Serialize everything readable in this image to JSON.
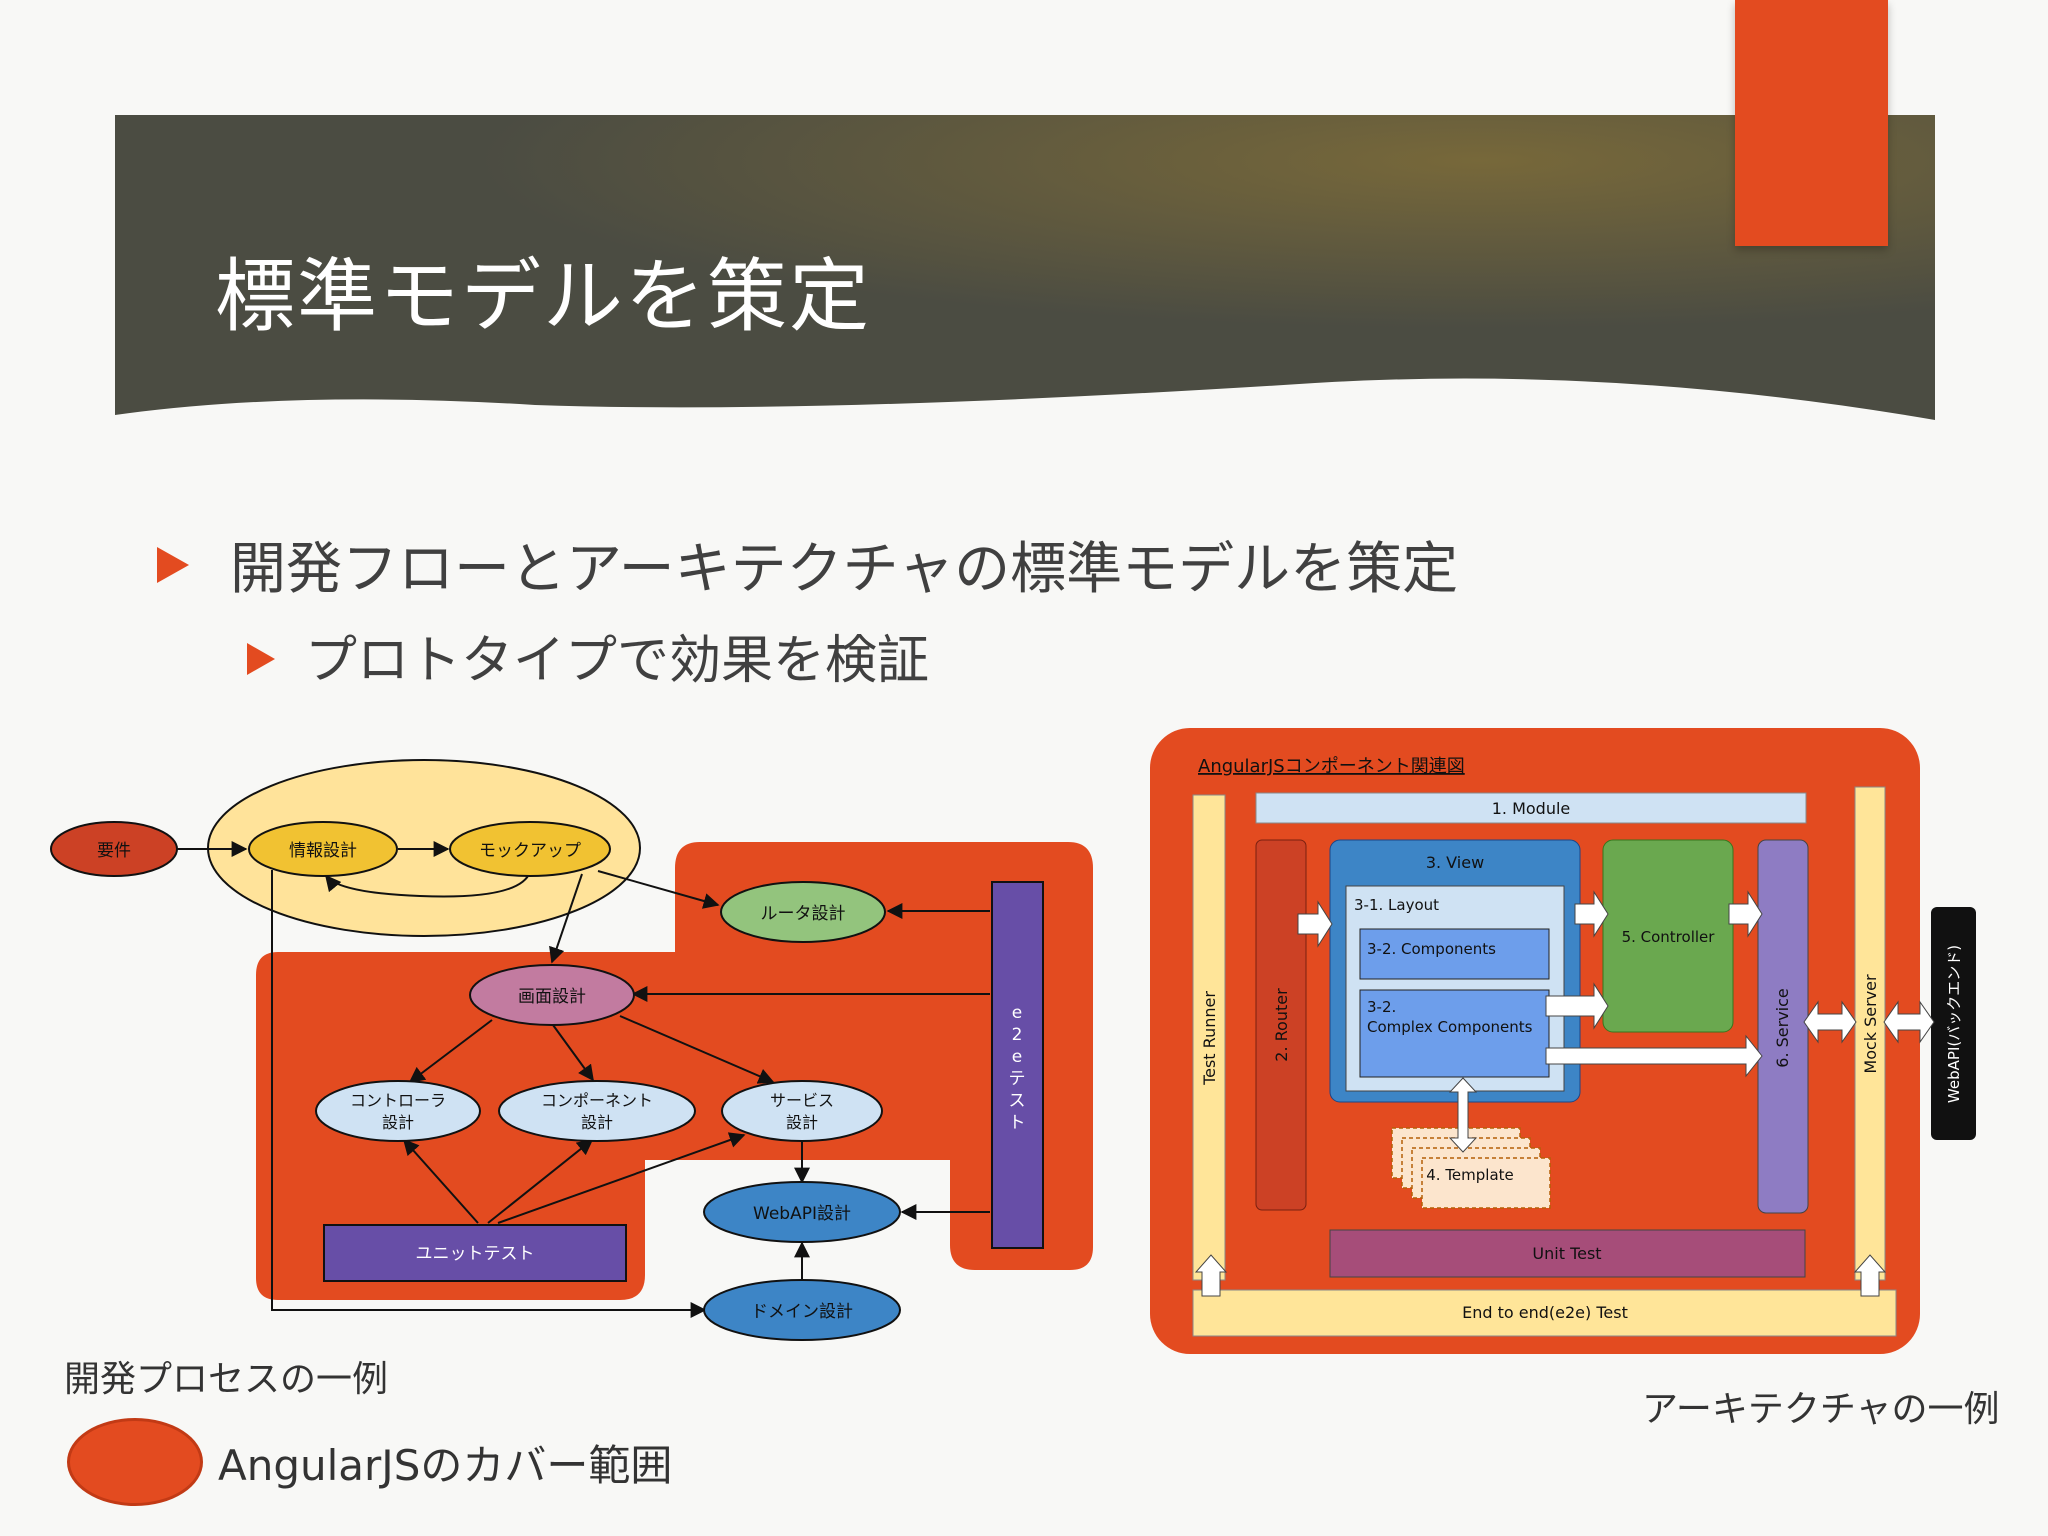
{
  "colors": {
    "accent": "#e34b20",
    "title_band": "#4e4f43",
    "node_yellow": "#f1c232",
    "node_green": "#93c47d",
    "node_pink": "#c27ba0",
    "node_light_blue": "#cfe2f3",
    "node_blue": "#3d85c6",
    "node_purple": "#674ea7"
  },
  "slide": {
    "title": "標準モデルを策定",
    "bullets": [
      "開発フローとアーキテクチャの標準モデルを策定",
      "プロトタイプで効果を検証"
    ]
  },
  "process": {
    "caption": "開発プロセスの一例",
    "nodes": {
      "req": "要件",
      "info": "情報設計",
      "mock": "モックアップ",
      "router": "ルータ設計",
      "screen": "画面設計",
      "controller": [
        "コントローラ",
        "設計"
      ],
      "component": [
        "コンポーネント",
        "設計"
      ],
      "service": [
        "サービス",
        "設計"
      ],
      "webapi": "WebAPI設計",
      "domain": "ドメイン設計",
      "unit": "ユニットテスト",
      "e2e": [
        "e",
        "2",
        "e",
        "テ",
        "ス",
        "ト"
      ]
    }
  },
  "architecture": {
    "caption": "アーキテクチャの一例",
    "heading": "AngularJSコンポーネント関連図",
    "module": "1. Module",
    "router": "2. Router",
    "view": "3. View",
    "layout": "3-1. Layout",
    "components": "3-2. Components",
    "complex": [
      "3-2.",
      "Complex Components"
    ],
    "template": "4. Template",
    "controller": "5. Controller",
    "service": "6. Service",
    "test_runner": "Test Runner",
    "mock_server": "Mock Server",
    "backend": "WebAPI(バックエンド)",
    "unit_test": "Unit Test",
    "e2e_test": "End to end(e2e) Test"
  },
  "legend": {
    "label": "AngularJSのカバー範囲"
  }
}
